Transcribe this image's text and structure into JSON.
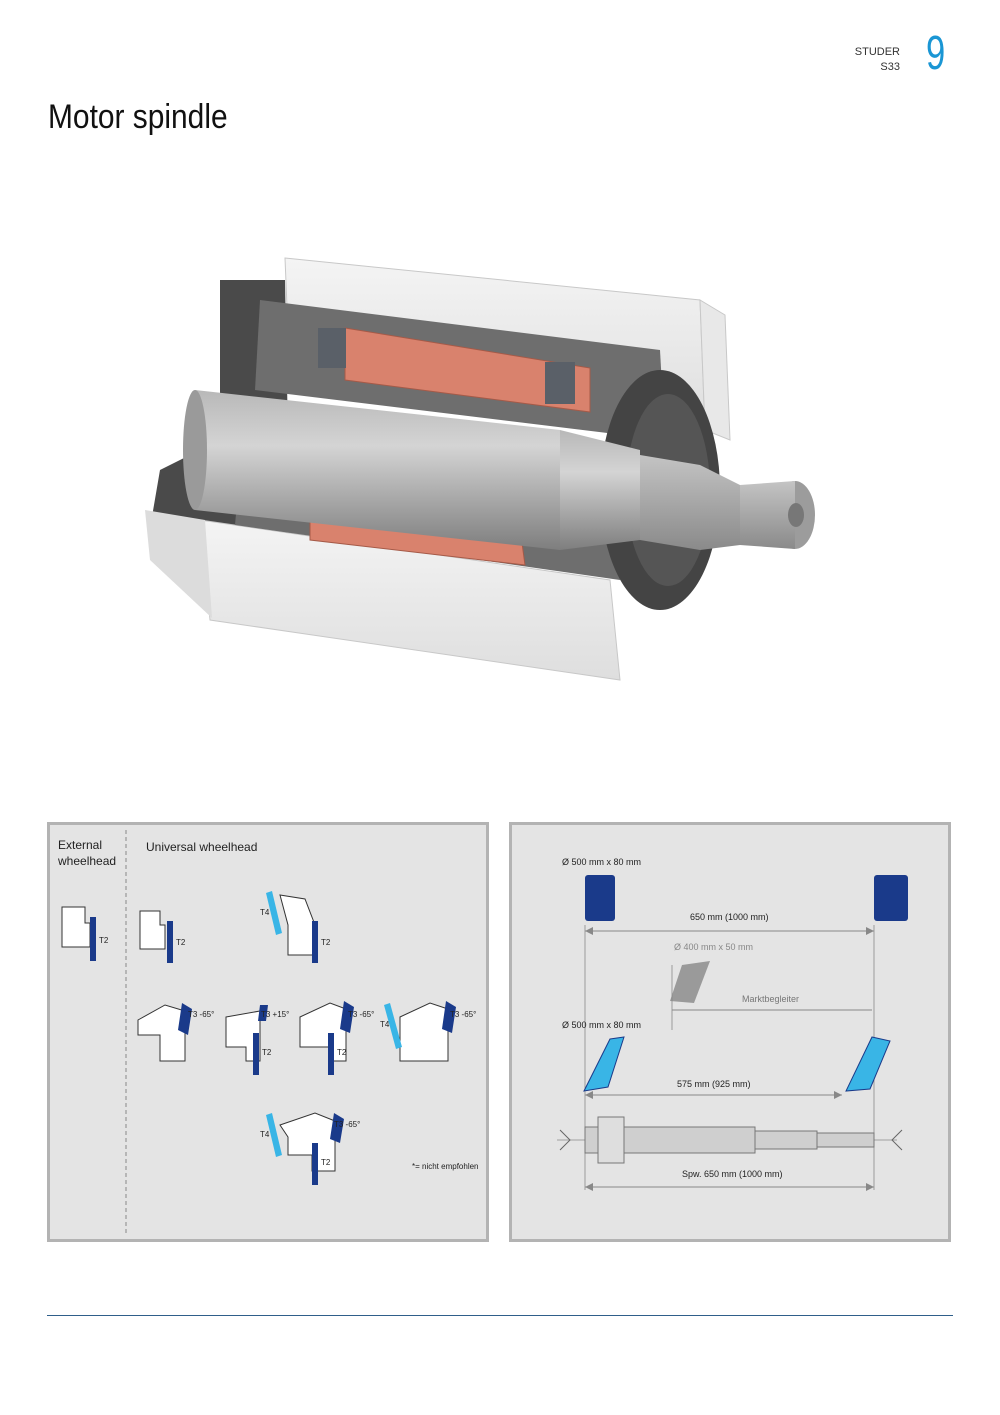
{
  "header": {
    "brand_line1": "STUDER",
    "brand_line2": "S33",
    "page_number": "9"
  },
  "title": "Motor spindle",
  "wheelhead_panel": {
    "external_label_line1": "External",
    "external_label_line2": "wheelhead",
    "universal_label": "Universal wheelhead",
    "t2": "T2",
    "t3_neg65": "T3 -65°",
    "t3_pos15": "T3 +15°",
    "t4": "T4",
    "footnote": "*= nicht empfohlen"
  },
  "dimensions_panel": {
    "wheel_top": "Ø 500 mm x 80 mm",
    "span_top": "650 mm (1000 mm)",
    "wheel_small": "Ø 400 mm x 50 mm",
    "marktbegleiter": "Marktbegleiter",
    "wheel_mid": "Ø 500 mm x 80 mm",
    "span_mid": "575 mm (925 mm)",
    "span_bottom": "Spw. 650 mm (1000 mm)"
  },
  "colors": {
    "accent": "#1a96d4",
    "dark_blue": "#1a3a8a",
    "light_blue": "#39b5e6",
    "panel_bg": "#e4e4e4",
    "copper": "#d9826d"
  }
}
